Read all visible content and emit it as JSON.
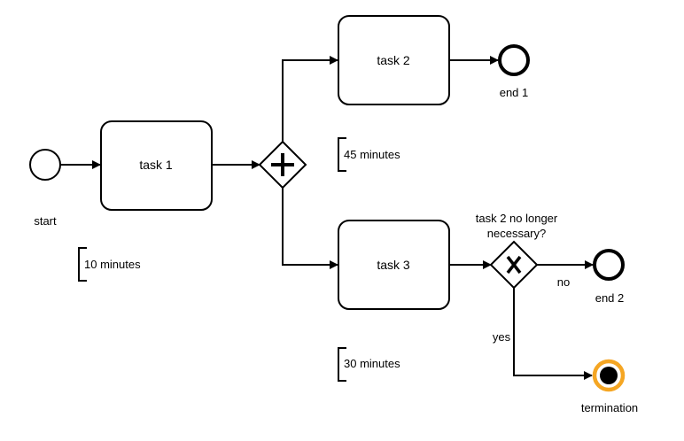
{
  "diagram": {
    "events": {
      "start": "start",
      "end1": "end 1",
      "end2": "end 2",
      "termination": "termination"
    },
    "tasks": {
      "task1": "task 1",
      "task2": "task 2",
      "task3": "task 3"
    },
    "annotations": {
      "a1": "10 minutes",
      "a2": "45 minutes",
      "a3": "30 minutes"
    },
    "gateway": {
      "question_line1": "task 2 no longer",
      "question_line2": "necessary?",
      "no_label": "no",
      "yes_label": "yes"
    },
    "colors": {
      "stroke": "#000000",
      "termination_ring": "#f5a623",
      "fill": "#ffffff"
    }
  }
}
